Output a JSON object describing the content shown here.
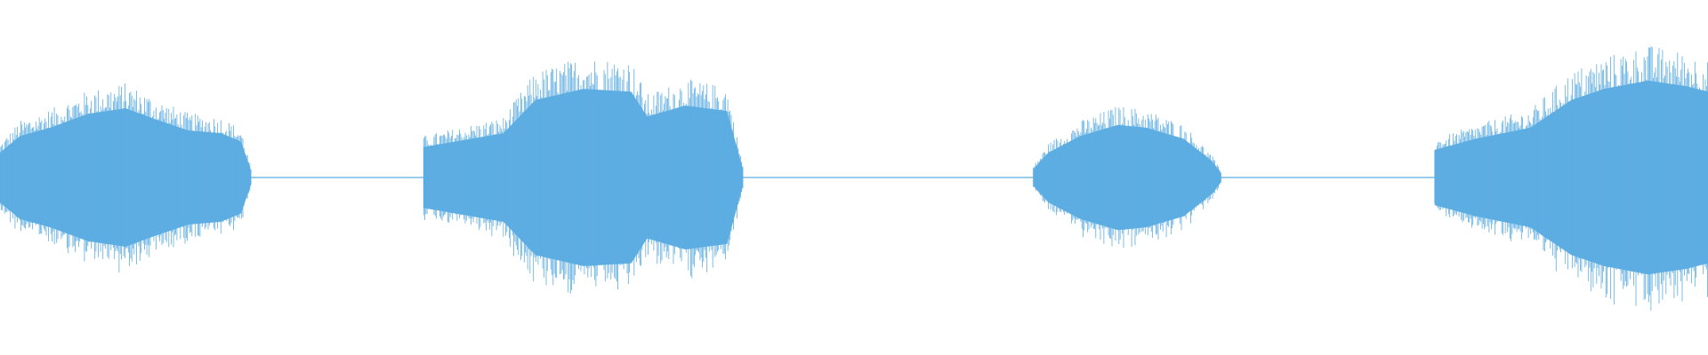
{
  "waveform": {
    "color": "#5dade2",
    "baseline_color": "#5dade2",
    "segments": [
      {
        "name": "segment-1",
        "start": 0.0,
        "end": 0.147,
        "envelope": [
          {
            "t": 0.0,
            "a": 0.18
          },
          {
            "t": 0.08,
            "a": 0.3
          },
          {
            "t": 0.2,
            "a": 0.36
          },
          {
            "t": 0.35,
            "a": 0.46
          },
          {
            "t": 0.5,
            "a": 0.5
          },
          {
            "t": 0.62,
            "a": 0.42
          },
          {
            "t": 0.75,
            "a": 0.34
          },
          {
            "t": 0.88,
            "a": 0.32
          },
          {
            "t": 0.96,
            "a": 0.26
          },
          {
            "t": 1.0,
            "a": 0.05
          }
        ]
      },
      {
        "name": "segment-2",
        "start": 0.248,
        "end": 0.435,
        "envelope": [
          {
            "t": 0.0,
            "a": 0.22
          },
          {
            "t": 0.1,
            "a": 0.26
          },
          {
            "t": 0.25,
            "a": 0.32
          },
          {
            "t": 0.35,
            "a": 0.56
          },
          {
            "t": 0.5,
            "a": 0.64
          },
          {
            "t": 0.65,
            "a": 0.62
          },
          {
            "t": 0.7,
            "a": 0.44
          },
          {
            "t": 0.82,
            "a": 0.52
          },
          {
            "t": 0.95,
            "a": 0.48
          },
          {
            "t": 1.0,
            "a": 0.06
          }
        ]
      },
      {
        "name": "segment-3",
        "start": 0.605,
        "end": 0.715,
        "envelope": [
          {
            "t": 0.0,
            "a": 0.06
          },
          {
            "t": 0.08,
            "a": 0.18
          },
          {
            "t": 0.25,
            "a": 0.3
          },
          {
            "t": 0.45,
            "a": 0.38
          },
          {
            "t": 0.6,
            "a": 0.36
          },
          {
            "t": 0.8,
            "a": 0.28
          },
          {
            "t": 0.95,
            "a": 0.12
          },
          {
            "t": 1.0,
            "a": 0.03
          }
        ]
      },
      {
        "name": "segment-4",
        "start": 0.84,
        "end": 1.0,
        "envelope": [
          {
            "t": 0.0,
            "a": 0.2
          },
          {
            "t": 0.15,
            "a": 0.28
          },
          {
            "t": 0.35,
            "a": 0.36
          },
          {
            "t": 0.5,
            "a": 0.56
          },
          {
            "t": 0.62,
            "a": 0.64
          },
          {
            "t": 0.78,
            "a": 0.7
          },
          {
            "t": 0.92,
            "a": 0.66
          },
          {
            "t": 1.0,
            "a": 0.62
          }
        ]
      }
    ]
  }
}
